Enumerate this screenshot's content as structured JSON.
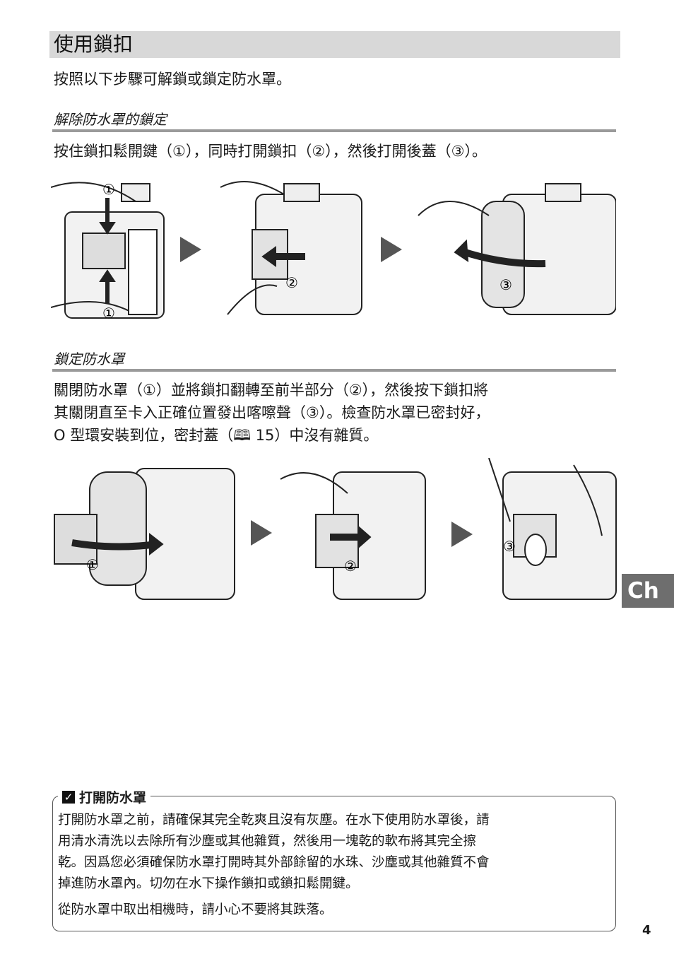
{
  "section": {
    "title": "使用鎖扣",
    "intro": "按照以下步驟可解鎖或鎖定防水罩。"
  },
  "unlock": {
    "heading": "解除防水罩的鎖定",
    "text": "按住鎖扣鬆開鍵（①），同時打開鎖扣（②），然後打開後蓋（③）。",
    "labels": [
      "①",
      "①",
      "②",
      "③"
    ]
  },
  "lock": {
    "heading": "鎖定防水罩",
    "text_line1": "關閉防水罩（①）並將鎖扣翻轉至前半部分（②），然後按下鎖扣將",
    "text_line2": "其關閉直至卡入正確位置發出喀嚓聲（③）。檢查防水罩已密封好，",
    "text_line3": "O 型環安裝到位，密封蓋（🕮 15）中沒有雜質。",
    "labels": [
      "①",
      "②",
      "③"
    ]
  },
  "note": {
    "title": "打開防水罩",
    "para1_line1": "打開防水罩之前，請確保其完全乾爽且沒有灰塵。在水下使用防水罩後，請",
    "para1_line2": "用清水清洗以去除所有沙塵或其他雜質，然後用一塊乾的軟布將其完全擦",
    "para1_line3": "乾。因爲您必須確保防水罩打開時其外部餘留的水珠、沙塵或其他雜質不會",
    "para1_line4": "掉進防水罩內。切勿在水下操作鎖扣或鎖扣鬆開鍵。",
    "para2": "從防水罩中取出相機時，請小心不要將其跌落。"
  },
  "side_tab": "Ch",
  "page_number": "4"
}
